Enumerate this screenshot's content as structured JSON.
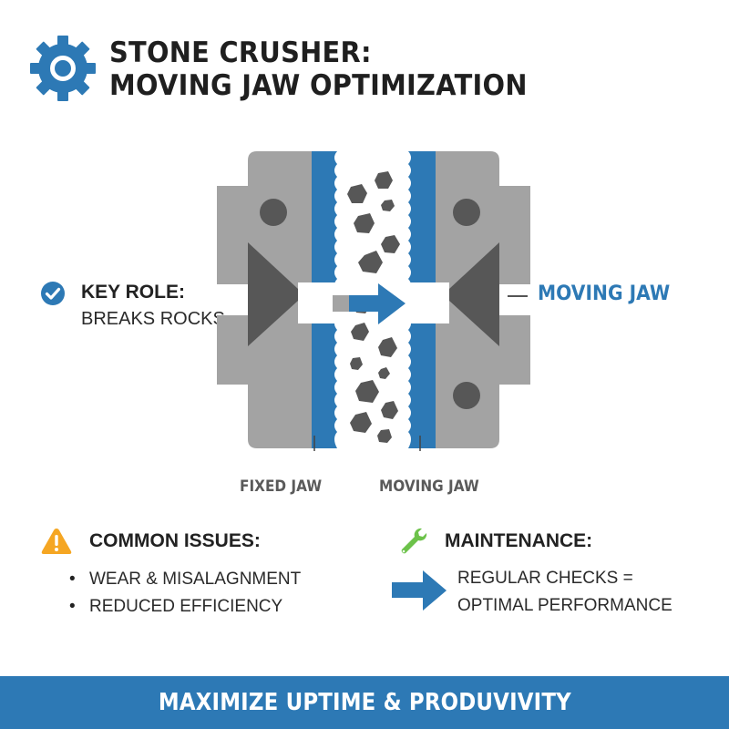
{
  "header": {
    "icon": "gear-icon",
    "title_line1": "STONE CRUSHER:",
    "title_line2": "MOVING JAW OPTIMIZATION"
  },
  "key_role": {
    "icon": "check-circle-icon",
    "heading": "KEY ROLE:",
    "text": "BREAKS ROCKS"
  },
  "diagram": {
    "callout_label": "MOVING JAW",
    "fixed_jaw_label": "FIXED JAW",
    "moving_jaw_label": "MOVING JAW",
    "motion_arrow_icon": "arrow-right-icon"
  },
  "issues": {
    "icon": "warning-triangle-icon",
    "heading": "COMMON ISSUES:",
    "items": [
      "WEAR & MISALAGNMENT",
      "REDUCED EFFICIENCY"
    ]
  },
  "maintenance": {
    "icon": "wrench-icon",
    "heading": "MAINTENANCE:",
    "arrow_icon": "arrow-right-icon",
    "line1": "REGULAR CHECKS =",
    "line2": "OPTIMAL PERFORMANCE"
  },
  "footer": {
    "text": "MAXIMIZE UPTIME & PRODUVIVITY"
  },
  "colors": {
    "accent_blue": "#2d79b5",
    "steel_gray": "#a3a3a3",
    "dark_gray": "#575757",
    "warning_orange": "#f5a623",
    "wrench_green": "#6cc24a"
  }
}
